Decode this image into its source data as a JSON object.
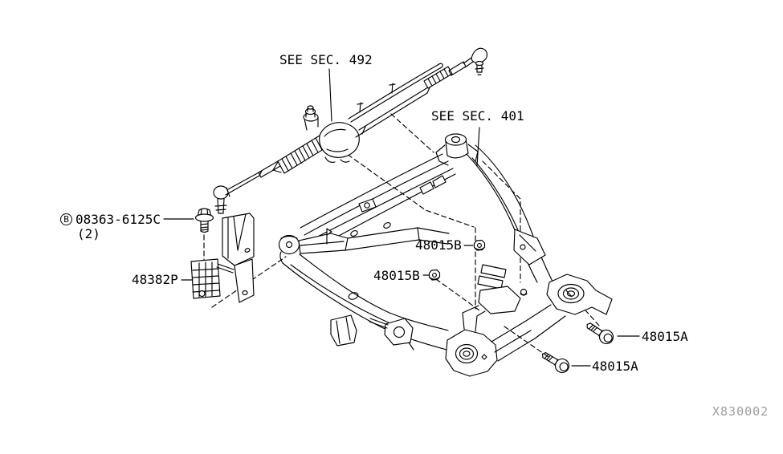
{
  "colors": {
    "background": "#ffffff",
    "line": "#000000",
    "label_text": "#000000",
    "footer_text": "#9e9e9e"
  },
  "references": {
    "sec492": "SEE SEC. 492",
    "sec401": "SEE SEC. 401"
  },
  "callouts": {
    "bolt_b_marker": "B",
    "bolt_b_part": "08363-6125C",
    "bolt_b_qty": "(2)",
    "bracket_part": "48382P",
    "nut_upper_part": "48015B",
    "nut_lower_part": "48015B",
    "bolt_a_upper_part": "48015A",
    "bolt_a_lower_part": "48015A"
  },
  "footer": {
    "diagram_code": "X830002"
  }
}
